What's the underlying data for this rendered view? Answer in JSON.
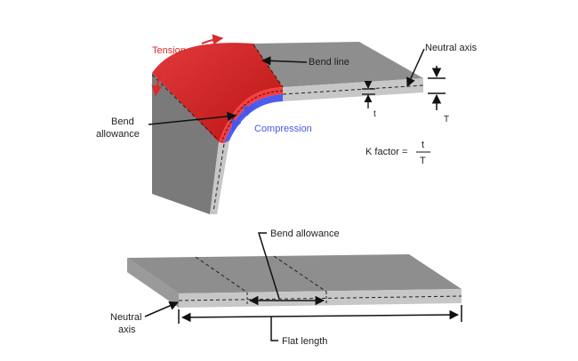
{
  "labels": {
    "tension": "Tension",
    "compression": "Compression",
    "bend_line": "Bend line",
    "neutral_axis_top": "Neutral axis",
    "bend_allowance_line1": "Bend",
    "bend_allowance_line2": "allowance",
    "t_small": "t",
    "t_big": "T",
    "k_factor": "K factor =",
    "fraction_numerator": "t",
    "fraction_denominator": "T",
    "bend_allowance_bottom": "Bend allowance",
    "neutral_axis_bottom_line1": "Neutral",
    "neutral_axis_bottom_line2": "axis",
    "flat_length": "Flat length"
  },
  "colors": {
    "tension": "#d92b2b",
    "compression": "#4a55e6",
    "bend_red": "#d21f1f",
    "bend_blue": "#4d5cf0",
    "plate_top": "#8e8e8e",
    "plate_side": "#c6c6c6",
    "plate_dark": "#6e6e6e"
  }
}
